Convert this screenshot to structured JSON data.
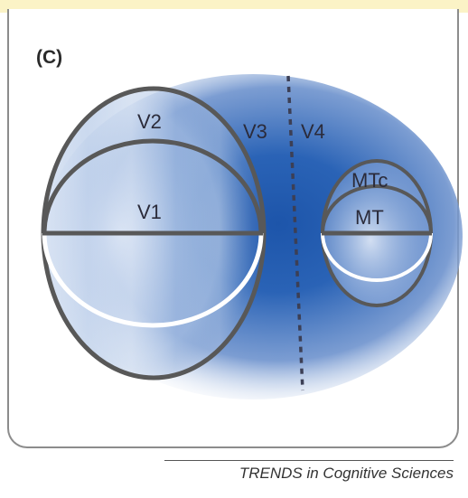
{
  "panel": {
    "label": "(C)"
  },
  "areas": {
    "v1": "V1",
    "v2": "V2",
    "v3": "V3",
    "v4": "V4",
    "mtc": "MTc",
    "mt": "MT"
  },
  "credit": "TRENDS in Cognitive Sciences",
  "colors": {
    "deep_blue": "#1f5bb0",
    "mid_blue": "#6f95cf",
    "pale_blue": "#c7d6ee",
    "outline": "#585858",
    "highlight": "#ffffff"
  }
}
